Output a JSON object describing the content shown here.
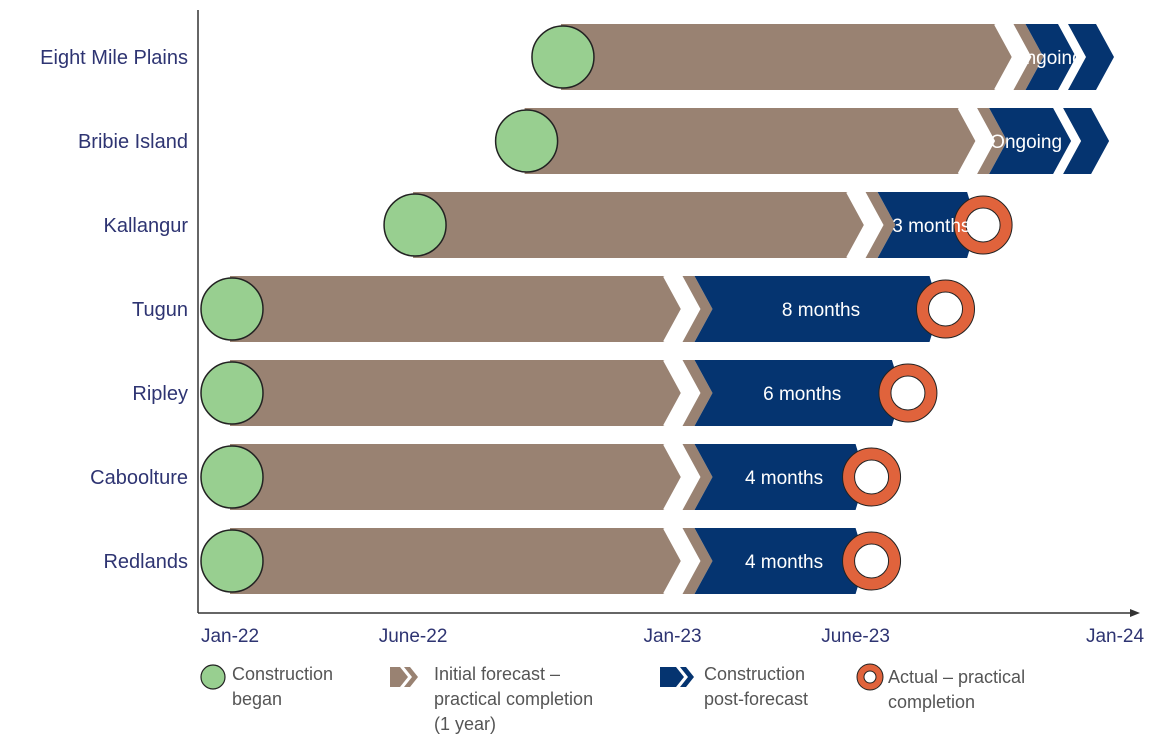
{
  "chart_data": {
    "type": "bar",
    "variant": "timeline-gantt",
    "title": "",
    "xlabel": "",
    "ylabel": "",
    "x_ticks": [
      "Jan-22",
      "June-22",
      "Jan-23",
      "June-23",
      "Jan-24"
    ],
    "x_tick_dates": [
      "2022-01-01",
      "2022-06-01",
      "2023-01-01",
      "2023-06-01",
      "2024-01-01"
    ],
    "xlim": [
      "2022-01-01",
      "2024-01-01"
    ],
    "grid": false,
    "legend_position": "bottom",
    "colors": {
      "construction_began": "#98cf90",
      "initial_forecast": "#998272",
      "post_forecast": "#053470",
      "actual_completion": "#e0633c",
      "axis": "#333333"
    },
    "categories": [
      "Eight Mile Plains",
      "Bribie Island",
      "Kallangur",
      "Tugun",
      "Ripley",
      "Caboolture",
      "Redlands"
    ],
    "projects": [
      {
        "site": "Eight Mile Plains",
        "construction_began": "2022-10-01",
        "initial_forecast_completion": "2023-10-01",
        "actual_completion": null,
        "post_forecast_label": "Ongoing"
      },
      {
        "site": "Bribie Island",
        "construction_began": "2022-09-01",
        "initial_forecast_completion": "2023-09-01",
        "actual_completion": null,
        "post_forecast_label": "Ongoing"
      },
      {
        "site": "Kallangur",
        "construction_began": "2022-06-01",
        "initial_forecast_completion": "2023-06-01",
        "actual_completion": "2023-09-01",
        "post_forecast_label": "3 months"
      },
      {
        "site": "Tugun",
        "construction_began": "2022-01-01",
        "initial_forecast_completion": "2023-01-01",
        "actual_completion": "2023-08-01",
        "post_forecast_label": "8 months"
      },
      {
        "site": "Ripley",
        "construction_began": "2022-01-01",
        "initial_forecast_completion": "2023-01-01",
        "actual_completion": "2023-07-01",
        "post_forecast_label": "6 months"
      },
      {
        "site": "Caboolture",
        "construction_began": "2022-01-01",
        "initial_forecast_completion": "2023-01-01",
        "actual_completion": "2023-06-01",
        "post_forecast_label": "4 months"
      },
      {
        "site": "Redlands",
        "construction_began": "2022-01-01",
        "initial_forecast_completion": "2023-01-01",
        "actual_completion": "2023-06-01",
        "post_forecast_label": "4 months"
      }
    ],
    "legend": [
      {
        "key": "construction_began",
        "icon": "green-circle-icon",
        "lines": [
          "Construction",
          "began"
        ]
      },
      {
        "key": "initial_forecast",
        "icon": "brown-chevron-icon",
        "lines": [
          "Initial forecast –",
          "practical completion",
          "(1 year)"
        ]
      },
      {
        "key": "post_forecast",
        "icon": "blue-chevron-icon",
        "lines": [
          "Construction",
          "post-forecast"
        ]
      },
      {
        "key": "actual_completion",
        "icon": "orange-ring-icon",
        "lines": [
          "Actual – practical",
          "completion"
        ]
      }
    ]
  }
}
